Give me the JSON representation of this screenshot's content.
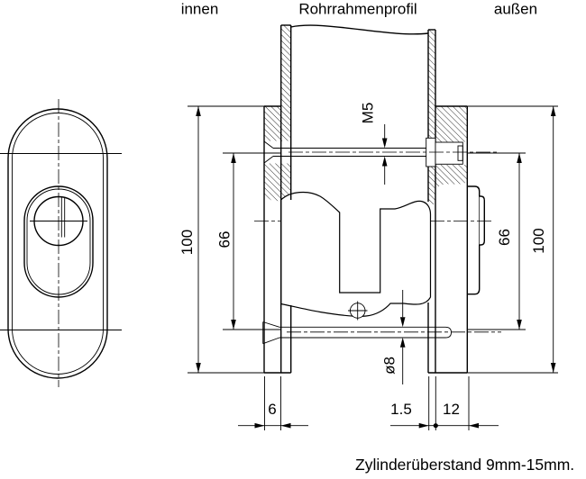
{
  "title_row": {
    "left": "innen",
    "center": "Rohrrahmenprofil",
    "right": "außen"
  },
  "note": "Zylinderüberstand 9mm-15mm.",
  "dimensions": {
    "total_height_left": "100",
    "screw_spacing_left": "66",
    "thread": "M5",
    "screw_spacing_right": "66",
    "total_height_right": "100",
    "screw_diameter": "ø8",
    "inner_plate_thickness": "6",
    "profile_wall_thickness": "1.5",
    "outer_plate_thickness": "12"
  },
  "colors": {
    "line": "#000000",
    "background": "#ffffff"
  }
}
